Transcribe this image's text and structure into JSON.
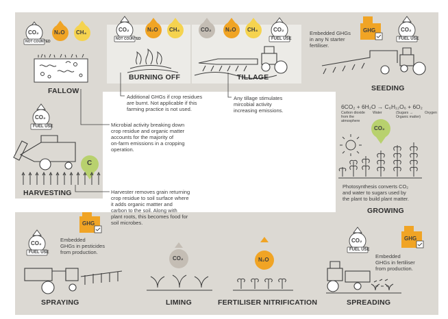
{
  "colors": {
    "panel": "#dcd9d3",
    "panel_light": "#ecebe7",
    "co2_grey": "#c4bdb4",
    "orange": "#f0a425",
    "yellow": "#f5d34f",
    "green": "#b8d16e",
    "line": "#3d3d3d",
    "white": "#ffffff"
  },
  "gas": {
    "co2": "CO₂",
    "n2o": "N₂O",
    "ch4": "CH₄",
    "c": "C",
    "ghg": "GHG",
    "not_counted": "NOT COUNTED",
    "fuel_use": "FUEL USE"
  },
  "stages": {
    "fallow": "FALLOW",
    "burning_off": "BURNING OFF",
    "tillage": "TILLAGE",
    "seeding": "SEEDING",
    "growing": "GROWING",
    "harvesting": "HARVESTING",
    "spraying": "SPRAYING",
    "liming": "LIMING",
    "fertiliser_nitrification": "FERTILISER NITRIFICATION",
    "spreading": "SPREADING"
  },
  "notes": {
    "burning": [
      "Additional GHGs if crop residues",
      "are burnt. Not applicable if this",
      "farming practice is not used."
    ],
    "tillage": [
      "Any tillage stimulates",
      "mircobial activity",
      "increasing emissions."
    ],
    "seeding": [
      "Embedded GHGs",
      "in any N starter",
      "fertiliser."
    ],
    "fallow": [
      "Microbial activity breaking down",
      "crop residue and organic matter",
      "accounts for the majority of",
      "on-farm emissions in a cropping",
      "operation."
    ],
    "harvesting": [
      "Harvester removes grain returning",
      "crop residue to soil surface where",
      "it adds organic mattter and",
      "carbon to the soil. Along with",
      "plant roots, this becomes food for",
      "soil microbes."
    ],
    "spraying": [
      "Embedded",
      "GHGs in pesticides",
      "from production."
    ],
    "spreading": [
      "Embedded",
      "GHGs in fertiliser",
      "from production."
    ],
    "photosynthesis": [
      "Photosynthesis converts CO₂",
      "and water to sugars used by",
      "the plant to build plant matter."
    ]
  },
  "equation": {
    "formula": "6CO₂ + 6H₂O → C₆H₁₂O₆ + 6O₂",
    "terms": [
      "Carbon dioxide from the atmosphere",
      "Water",
      "(Sugars → Organic matter)",
      "Oxygen"
    ]
  }
}
